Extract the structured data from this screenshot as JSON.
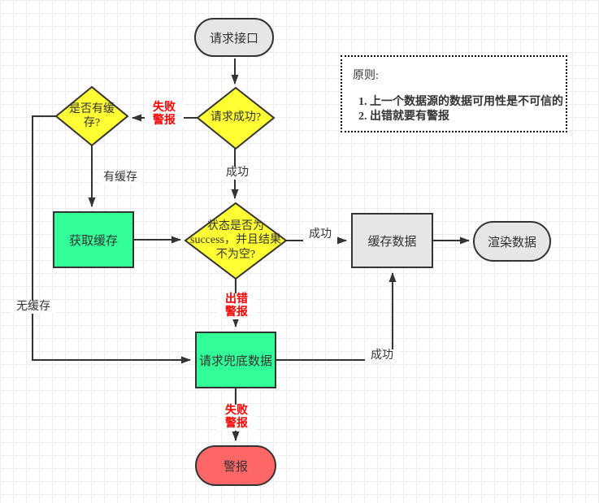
{
  "diagram": {
    "nodes": {
      "start": "请求接口",
      "request_success": "请求成功?",
      "has_cache": [
        "是否有缓",
        "存?"
      ],
      "get_cache": "获取缓存",
      "status_check": [
        "状态是否为",
        "success，并且结果",
        "不为空?"
      ],
      "cache_data": "缓存数据",
      "render_data": "渲染数据",
      "fallback": "请求兜底数据",
      "alert": "警报"
    },
    "edge_labels": {
      "fail_alert_top": [
        "失败",
        "警报"
      ],
      "success_top": "成功",
      "has_cache": "有缓存",
      "no_cache": "无缓存",
      "success_mid": "成功",
      "error_alert": [
        "出错",
        "警报"
      ],
      "success_bottom": "成功",
      "fail_alert_bottom": [
        "失败",
        "警报"
      ]
    },
    "note": {
      "title": "原则:",
      "items": [
        "1. 上一个数据源的数据可用性是不可信的",
        "2. 出错就要有警报"
      ]
    },
    "colors": {
      "node_yellow": "#ffff33",
      "node_green": "#33ff99",
      "node_gray": "#e6e6e6",
      "node_red": "#ff6666",
      "edge": "#333333",
      "label_red": "#ff0000"
    }
  }
}
